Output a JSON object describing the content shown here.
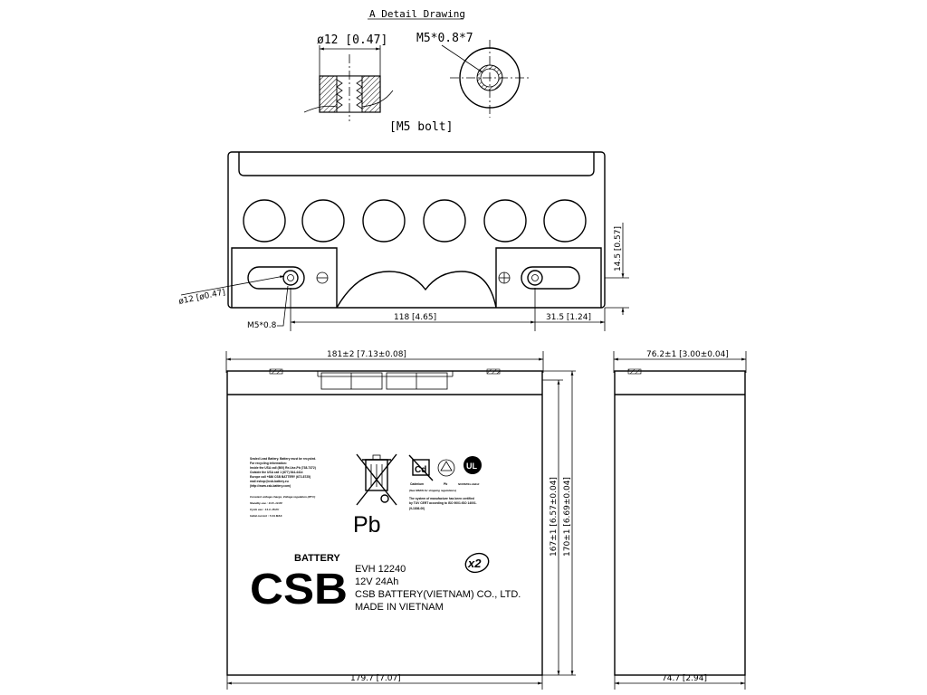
{
  "detail": {
    "title": "A Detail Drawing",
    "diameter_label": "ø12 [0.47]",
    "thread_label": "M5*0.8*7",
    "bolt_label": "[M5 bolt]"
  },
  "top_view": {
    "diameter_label": "ø12 [ø0.47]",
    "thread_label": "M5*0.8",
    "spacing_label": "118 [4.65]",
    "edge_label": "31.5 [1.24]",
    "height_label": "14.5 [0.57]"
  },
  "front_view": {
    "width_top_label": "181±2 [7.13±0.08]",
    "width_bottom_label": "179.7 [7.07]",
    "height_inner_label": "167±1 [6.57±0.04]",
    "height_outer_label": "170±1 [6.69±0.04]",
    "recycle_text": [
      "Sealed Lead Battery. Battery must be recycled.",
      "For recycling information:",
      "Inside   the USA call (800) Re-Use-Pb (738-7372)",
      "Outside the USA call 1 (877) 544-4414",
      "Europe call    +886 CSB BATTERY (672-8725)",
      "           mail   eshop@csb-battery.eu",
      "(http://www.csb-battery.com)",
      "Constant voltage charge, Voltage regulation (25°C)",
      "Standby use  :  13.5~13.8V",
      "Cycle use      :  14.4~15.0V",
      "Initial current : 7.2A MAX."
    ],
    "pb_symbol": "Pb",
    "cd_symbol": "Cd",
    "cd_caption": "Cadmium",
    "recycle_pb_caption": "Pb",
    "nonspill_caption": "NONSPILLABLE",
    "msds_note": "(See MSDS for shipping regulations)",
    "cert_text": [
      "The system of manufacture has been certified",
      "by TUV CERT according to ISO 9001:ISO 14001.",
      "(9-1836-00)"
    ],
    "brand_battery": "BATTERY",
    "brand_logo": "CSB",
    "model": "EVH 12240",
    "rating": "12V 24Ah",
    "maker": "CSB  BATTERY(VIETNAM)  CO., LTD.",
    "origin": "MADE IN VIETNAM",
    "x2_badge": "x2"
  },
  "side_view": {
    "width_top_label": "76.2±1 [3.00±0.04]",
    "width_bottom_label": "74.7 [2.94]"
  }
}
